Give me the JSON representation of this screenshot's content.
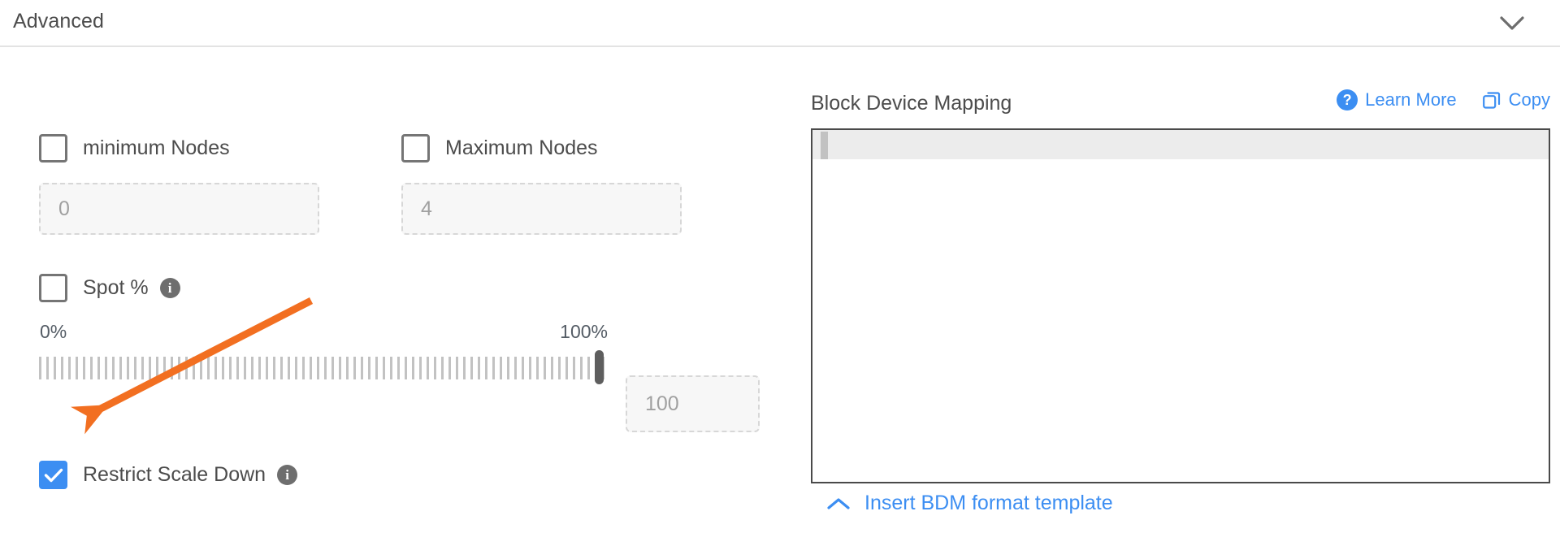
{
  "header": {
    "title": "Advanced",
    "collapse_icon": "chevron-down-icon"
  },
  "left_panel": {
    "min_nodes": {
      "label": "minimum Nodes",
      "checked": false,
      "input_placeholder": "0"
    },
    "max_nodes": {
      "label": "Maximum Nodes",
      "checked": false,
      "input_placeholder": "4"
    },
    "spot": {
      "label": "Spot %",
      "checked": false,
      "info_icon": "info-icon",
      "info_glyph": "i"
    },
    "slider": {
      "min_label": "0%",
      "max_label": "100%",
      "value": 100,
      "value_input_placeholder": "100"
    },
    "restrict_scale_down": {
      "label": "Restrict Scale Down",
      "checked": true,
      "info_icon": "info-icon",
      "info_glyph": "i"
    }
  },
  "right_panel": {
    "title": "Block Device Mapping",
    "learn_more": {
      "label": "Learn More",
      "icon": "question-circle-icon",
      "glyph": "?"
    },
    "copy": {
      "label": "Copy",
      "icon": "copy-icon"
    },
    "editor": {
      "content": ""
    },
    "insert_template": {
      "label": "Insert BDM format template",
      "icon": "chevron-up-icon"
    }
  },
  "colors": {
    "accent_blue": "#3c8ef2",
    "annotation_orange": "#f26f21",
    "text": "#4c4c4c",
    "muted": "#a0a0a0",
    "border": "#4a4a4a"
  }
}
